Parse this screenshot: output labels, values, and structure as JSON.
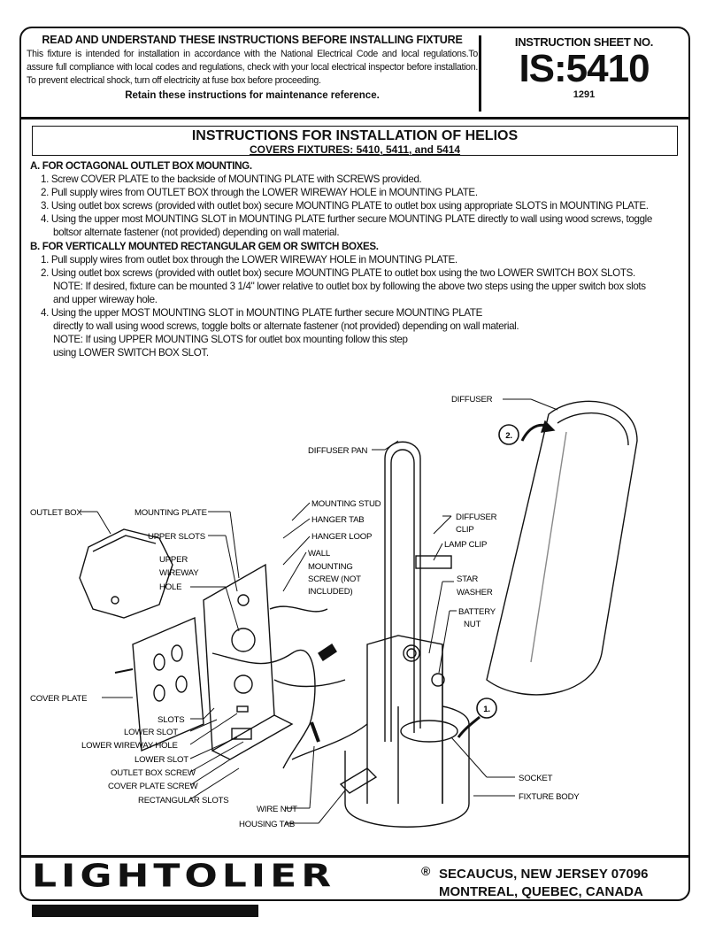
{
  "header": {
    "heading": "READ AND UNDERSTAND THESE INSTRUCTIONS BEFORE INSTALLING FIXTURE",
    "paragraph": "This fixture is intended for installation in accordance with the National Electrical Code and local regulations.To assure full compliance with local codes and regulations, check with your local electrical inspector before installation. To prevent electrical shock, turn off electricity at fuse box before proceeding.",
    "retain": "Retain these instructions for maintenance reference.",
    "sheet_label": "INSTRUCTION SHEET NO.",
    "sheet_number": "IS:5410",
    "sheet_code": "1291"
  },
  "title": {
    "main": "INSTRUCTIONS FOR INSTALLATION OF HELIOS",
    "sub": "COVERS FIXTURES: 5410, 5411, and 5414"
  },
  "sectionA": {
    "heading": "A. FOR OCTAGONAL OUTLET BOX MOUNTING.",
    "steps": [
      "1. Screw COVER PLATE to the backside of MOUNTING PLATE with SCREWS provided.",
      "2. Pull supply wires from OUTLET BOX through the LOWER WIREWAY HOLE in MOUNTING PLATE.",
      "3. Using outlet box screws (provided with outlet box) secure MOUNTING PLATE to outlet box using appropriate SLOTS in MOUNTING PLATE.",
      "4. Using the upper most MOUNTING SLOT in MOUNTING PLATE further secure MOUNTING PLATE directly to wall using wood screws, toggle",
      "boltsor alternate fastener (not provided) depending on wall material."
    ]
  },
  "sectionB": {
    "heading": "B. FOR VERTICALLY MOUNTED RECTANGULAR GEM OR SWITCH BOXES.",
    "steps": [
      "1. Pull supply wires from outlet box through the LOWER WIREWAY HOLE in MOUNTING PLATE.",
      "2. Using outlet box screws (provided with outlet box) secure MOUNTING PLATE to outlet box using the two LOWER SWITCH BOX SLOTS.",
      "NOTE: If desired, fixture can be mounted 3 1/4\" lower relative to outlet box by following the above two steps using the upper switch box slots",
      "and upper wireway hole.",
      "4. Using the upper MOST MOUNTING SLOT in MOUNTING PLATE further secure MOUNTING PLATE",
      "directly to wall using wood screws, toggle bolts or alternate fastener (not provided) depending on wall material.",
      "NOTE: If using UPPER MOUNTING SLOTS for outlet box mounting follow this step",
      "using LOWER SWITCH BOX SLOT."
    ]
  },
  "diagram_labels": {
    "diffuser": "DIFFUSER",
    "diffuser_pan": "DIFFUSER PAN",
    "step2": "2.",
    "step1": "1.",
    "mounting_stud": "MOUNTING STUD",
    "hanger_tab": "HANGER TAB",
    "hanger_loop": "HANGER LOOP",
    "wall_screw_1": "WALL",
    "wall_screw_2": "MOUNTING",
    "wall_screw_3": "SCREW (NOT",
    "wall_screw_4": "INCLUDED)",
    "outlet_box": "OUTLET BOX",
    "mounting_plate": "MOUNTING PLATE",
    "upper_slots": "UPPER SLOTS",
    "upper_wireway_1": "UPPER",
    "upper_wireway_2": "WIREWAY",
    "upper_wireway_3": "HOLE",
    "diffuser_clip_1": "DIFFUSER",
    "diffuser_clip_2": "CLIP",
    "lamp_clip": "LAMP CLIP",
    "star_washer_1": "STAR",
    "star_washer_2": "WASHER",
    "battery_nut_1": "BATTERY",
    "battery_nut_2": "NUT",
    "cover_plate": "COVER PLATE",
    "slots": "SLOTS",
    "lower_slot_a": "LOWER SLOT",
    "lower_wireway_hole": "LOWER WIREWAY HOLE",
    "lower_slot_b": "LOWER SLOT",
    "outlet_box_screw": "OUTLET BOX SCREW",
    "cover_plate_screw": "COVER PLATE SCREW",
    "rectangular_slots": "RECTANGULAR SLOTS",
    "wire_nut": "WIRE NUT",
    "housing_tab": "HOUSING TAB",
    "socket": "SOCKET",
    "fixture_body": "FIXTURE BODY"
  },
  "footer": {
    "logo": "LIGHTOLIER",
    "registered": "®",
    "address_1": "SECAUCUS, NEW JERSEY 07096",
    "address_2": "MONTREAL, QUEBEC, CANADA"
  }
}
